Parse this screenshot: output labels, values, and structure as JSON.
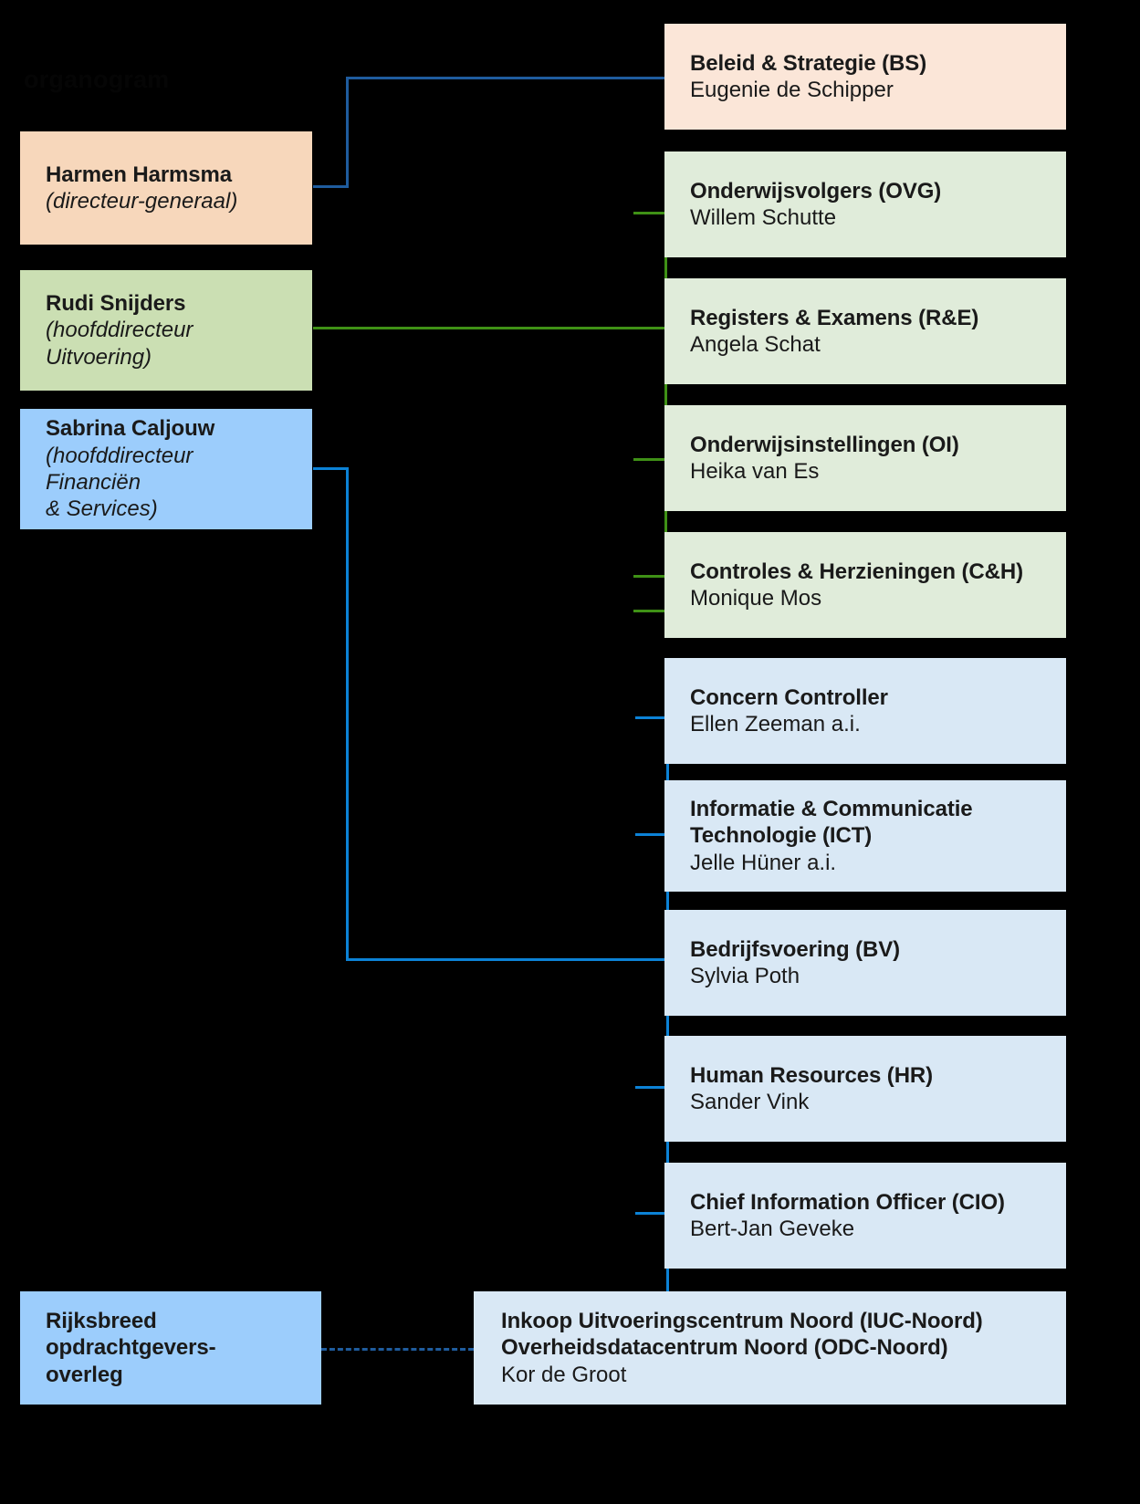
{
  "meta": {
    "hidden_heading": "organogram"
  },
  "colors": {
    "background": "#000000",
    "orange_fill": "#f7d7bb",
    "peach_fill": "#fbe6d8",
    "green_fill": "#cbdfb3",
    "light_green_fill": "#e0ecda",
    "blue_fill": "#9ccdfc",
    "light_blue_fill": "#d9e8f5",
    "navy_line": "#1f5c9e",
    "green_line": "#3f9116",
    "blue_line": "#0c82d6",
    "text": "#1a1a1a"
  },
  "leaders": [
    {
      "id": "harmen-harmsma",
      "name": "Harmen Harmsma",
      "role": "(directeur-generaal)",
      "fill": "#f7d7bb"
    },
    {
      "id": "rudi-snijders",
      "name": "Rudi Snijders",
      "role": "(hoofddirecteur Uitvoering)",
      "fill": "#cbdfb3"
    },
    {
      "id": "sabrina-caljouw",
      "name": "Sabrina Caljouw",
      "role": "(hoofddirecteur Financiën\n& Services)",
      "role_line1": "(hoofddirecteur Financiën",
      "role_line2": "& Services)",
      "fill": "#9ccdfc"
    }
  ],
  "departments": [
    {
      "id": "beleid-strategie",
      "title": "Beleid & Strategie (BS)",
      "person": "Eugenie de Schipper",
      "fill": "#fbe6d8",
      "group": "dg"
    },
    {
      "id": "onderwijsvolgers",
      "title": "Onderwijsvolgers (OVG)",
      "person": "Willem Schutte",
      "fill": "#e0ecda",
      "group": "uitvoering"
    },
    {
      "id": "registers-examens",
      "title": "Registers & Examens (R&E)",
      "person": "Angela Schat",
      "fill": "#e0ecda",
      "group": "uitvoering"
    },
    {
      "id": "onderwijsinstellingen",
      "title": "Onderwijsinstellingen (OI)",
      "person": "Heika van Es",
      "fill": "#e0ecda",
      "group": "uitvoering"
    },
    {
      "id": "controles-herzieningen",
      "title": "Controles & Herzieningen (C&H)",
      "person": "Monique Mos",
      "fill": "#e0ecda",
      "group": "uitvoering"
    },
    {
      "id": "concern-controller",
      "title": "Concern Controller",
      "person": "Ellen Zeeman a.i.",
      "fill": "#d9e8f5",
      "group": "financien"
    },
    {
      "id": "ict",
      "title": "Informatie & Communicatie Technologie (ICT)",
      "title_line1": "Informatie & Communicatie",
      "title_line2": "Technologie (ICT)",
      "person": "Jelle Hüner a.i.",
      "fill": "#d9e8f5",
      "group": "financien"
    },
    {
      "id": "bedrijfsvoering",
      "title": "Bedrijfsvoering (BV)",
      "person": "Sylvia Poth",
      "fill": "#d9e8f5",
      "group": "financien"
    },
    {
      "id": "human-resources",
      "title": "Human Resources (HR)",
      "person": "Sander Vink",
      "fill": "#d9e8f5",
      "group": "financien"
    },
    {
      "id": "cio",
      "title": "Chief Information Officer (CIO)",
      "person": "Bert-Jan Geveke",
      "fill": "#d9e8f5",
      "group": "financien"
    }
  ],
  "bottom": {
    "rijksbreed": {
      "id": "rijksbreed-opdrachtgeversoverleg",
      "line1": "Rijksbreed",
      "line2": "opdrachtgevers-",
      "line3": "overleg",
      "fill": "#9ccdfc"
    },
    "iuc_odc": {
      "id": "iuc-odc-noord",
      "title_line1": "Inkoop Uitvoeringscentrum Noord (IUC-Noord)",
      "title_line2": "Overheidsdatacentrum Noord (ODC-Noord)",
      "person": "Kor de Groot",
      "fill": "#d9e8f5"
    }
  }
}
